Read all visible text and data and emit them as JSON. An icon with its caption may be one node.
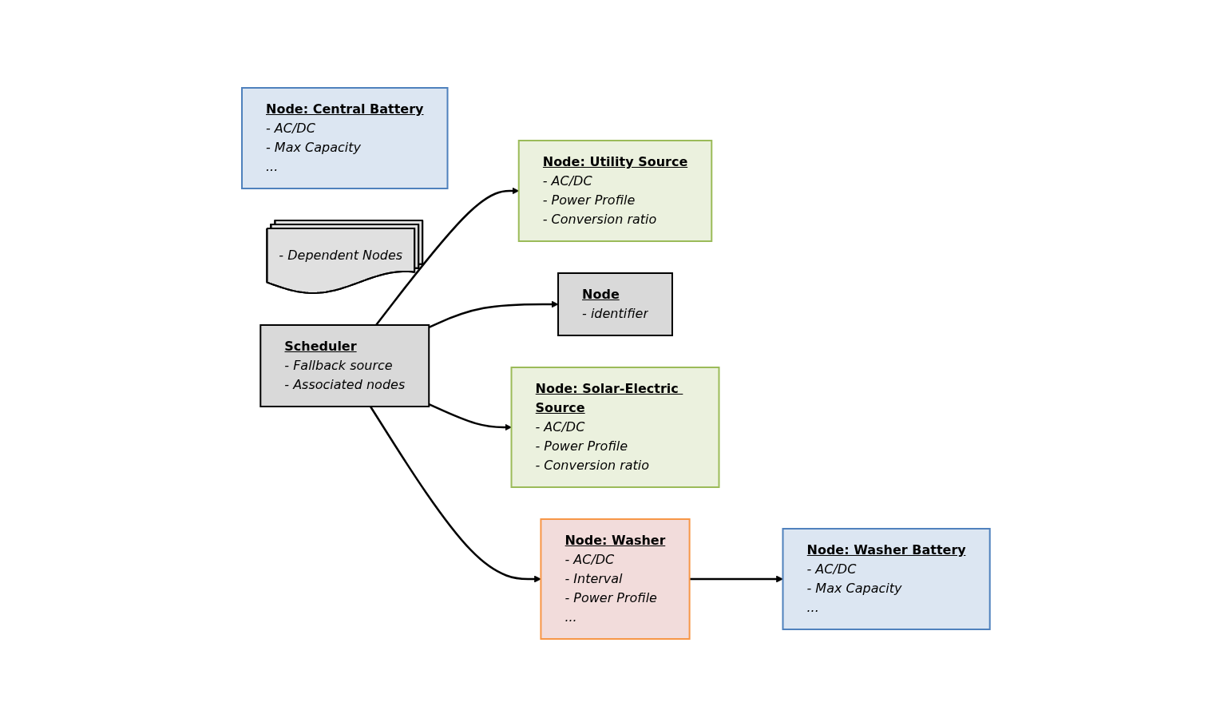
{
  "diagram": {
    "nodes": [
      {
        "text": [
          "Node: Central Battery",
          "- AC/DC",
          "- Max Capacity",
          "..."
        ]
      },
      {
        "text": [
          "- Dependent Nodes"
        ]
      },
      {
        "text": [
          "Node: Utility Source",
          "- AC/DC",
          "- Power Profile",
          "- Conversion ratio"
        ]
      },
      {
        "text": [
          "Scheduler",
          "- Fallback source",
          "- Associated nodes"
        ]
      },
      {
        "text": [
          "Node",
          "- identifier"
        ]
      },
      {
        "text": [
          "Node: Solar-Electric Source",
          "- AC/DC",
          "- Power Profile",
          "- Conversion ratio"
        ]
      },
      {
        "text": [
          "Node: Washer",
          "- AC/DC",
          "- Interval",
          "- Power Profile",
          "..."
        ]
      },
      {
        "text": [
          "Node: Washer Battery",
          "- AC/DC",
          "- Max Capacity",
          "..."
        ]
      }
    ],
    "edges": [
      {
        "from": 3,
        "to": 2,
        "arrow": "to"
      },
      {
        "from": 3,
        "to": 5,
        "arrow": "to"
      },
      {
        "from": 3,
        "to": 4,
        "arrow": "to"
      },
      {
        "from": 3,
        "to": 6,
        "arrow": "to"
      },
      {
        "from": 6,
        "to": 7,
        "arrow": "to"
      }
    ]
  }
}
